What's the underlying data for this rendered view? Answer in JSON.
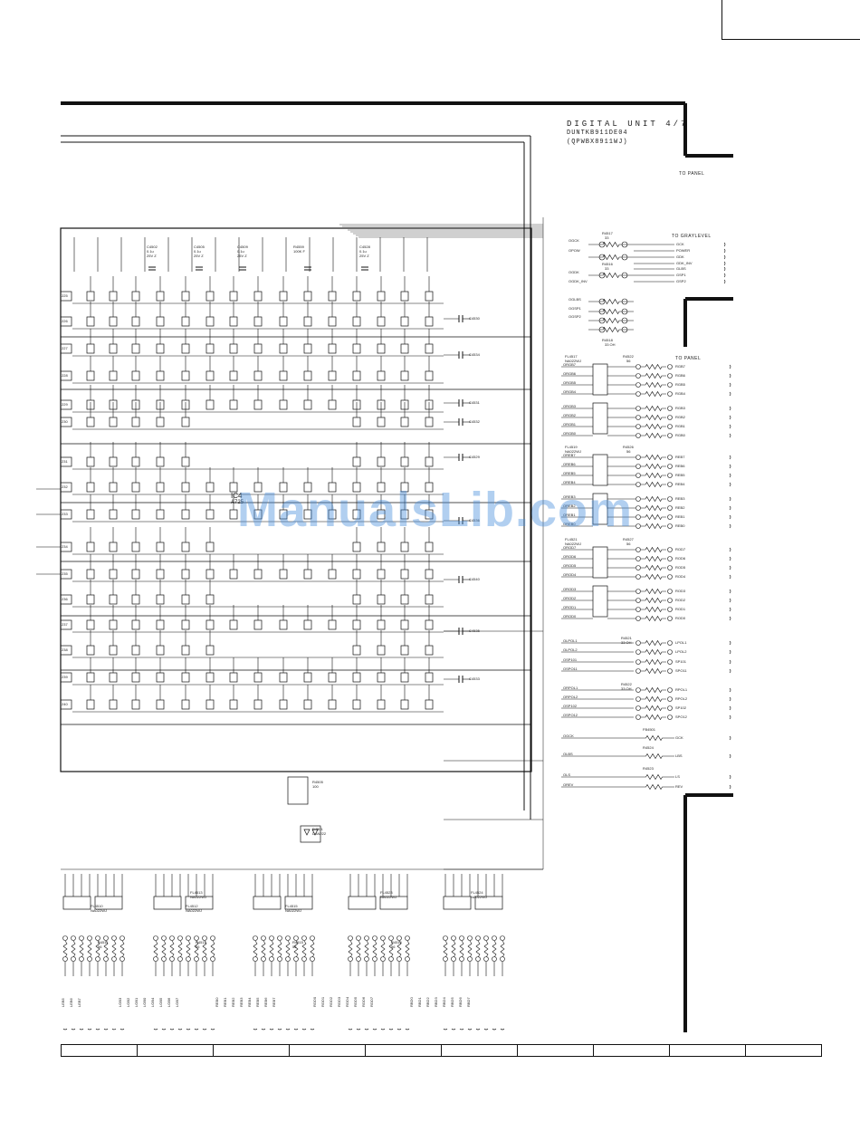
{
  "title": {
    "main": "DIGITAL UNIT 4/7",
    "part": "DUNTKB911DE04",
    "code": "(QPWBX8911WJ)"
  },
  "to_labels": {
    "panel_top": "TO PANEL",
    "graylevel": "TO GRAYLEVEL",
    "panel_mid": "TO PANEL"
  },
  "ic_label": "IC4",
  "ic_part": "A725",
  "watermark": "ManualsLib.com",
  "graylevel_signals": [
    "GCK",
    "POWER",
    "GDK",
    "GDK_INV",
    "GLBS",
    "GSP1",
    "GSP2"
  ],
  "graylevel_inputs": [
    "OGCK",
    "OPOW",
    "OGDK",
    "OGDK_INV",
    "OGLBS",
    "OGSP1",
    "OGSP2"
  ],
  "graylevel_resistors": [
    "R4517",
    "R4516",
    "R4518"
  ],
  "graylevel_values": [
    "33",
    "33",
    "33 OH"
  ],
  "panel_groups": [
    {
      "array": "FL4517",
      "part": "NA022WJ",
      "res": "R4522",
      "val": "56",
      "inputs": [
        "ORGB7",
        "ORGB6",
        "ORGB5",
        "ORGB4",
        "ORGB3",
        "ORGB2",
        "ORGB1",
        "ORGB0"
      ],
      "outputs": [
        "RGB7",
        "RGB6",
        "RGB5",
        "RGB4",
        "RGB3",
        "RGB2",
        "RGB1",
        "RGB0"
      ]
    },
    {
      "array": "FL4519",
      "part": "NA022WJ",
      "res": "R4526",
      "val": "56",
      "inputs": [
        "OREB7",
        "OREB6",
        "OREB5",
        "OREB4",
        "OREB3",
        "OREB2",
        "OREB1",
        "OREB0"
      ],
      "outputs": [
        "REB7",
        "REB6",
        "REB5",
        "REB4",
        "REB3",
        "REB2",
        "REB1",
        "REB0"
      ]
    },
    {
      "array": "FL4521",
      "part": "NA022WJ",
      "res": "R4527",
      "val": "56",
      "inputs": [
        "OROD7",
        "OROD6",
        "OROD5",
        "OROD4",
        "OROD3",
        "OROD2",
        "OROD1",
        "OROD0"
      ],
      "outputs": [
        "ROD7",
        "ROD6",
        "ROD5",
        "ROD4",
        "ROD3",
        "ROD2",
        "ROD1",
        "ROD0"
      ]
    }
  ],
  "control_signals": [
    {
      "in": "OLPOL1",
      "out": "LPOL1"
    },
    {
      "in": "OLPOL2",
      "out": "LPOL2"
    },
    {
      "in": "OSP101",
      "out": "SP101"
    },
    {
      "in": "OSPO11",
      "out": "SPO11"
    },
    {
      "in": "ORPOL1",
      "out": "RPOL1"
    },
    {
      "in": "ORPOL2",
      "out": "RPOL2"
    },
    {
      "in": "OSP102",
      "out": "SP102"
    },
    {
      "in": "OSPO12",
      "out": "SPO12"
    }
  ],
  "control_resistors": [
    "R4521",
    "R4522"
  ],
  "control_values": [
    "33 OH",
    "33 OH"
  ],
  "misc_signals": [
    {
      "in": "OGCK",
      "out": "GCK",
      "part": "FB4501"
    },
    {
      "in": "OLBS",
      "out": "LBS",
      "part": "R4524"
    },
    {
      "in": "OLS",
      "out": "LS",
      "part": "R4523"
    },
    {
      "in": "OREV",
      "out": "REV",
      "part": ""
    }
  ],
  "capacitors_top": [
    {
      "name": "C4502",
      "val": "0.1u",
      "v": "25V Z"
    },
    {
      "name": "C4505",
      "val": "0.1u",
      "v": "25V Z"
    },
    {
      "name": "C4509",
      "val": "0.1u",
      "v": "25V Z"
    },
    {
      "name": "R4559",
      "val": "100K F",
      "v": ""
    },
    {
      "name": "C4528",
      "val": "0.1u",
      "v": "25V Z"
    }
  ],
  "side_caps": [
    "C4530",
    "C4534",
    "C4531",
    "C4532",
    "C4529",
    "C4536",
    "C4540",
    "C4535",
    "C4533"
  ],
  "pin_numbers": [
    "225",
    "226",
    "227",
    "228",
    "229",
    "230",
    "231",
    "232",
    "233",
    "234",
    "235",
    "236",
    "237",
    "238",
    "239",
    "240"
  ],
  "diode": {
    "name": "D4501",
    "part": "DAN222"
  },
  "resistor_bottom": {
    "name": "R4505",
    "val": "100"
  },
  "bottom_arrays": [
    {
      "name": "FL4510",
      "part": "NA022WJ"
    },
    {
      "name": "FL4512",
      "part": "NA022WJ"
    },
    {
      "name": "FL4513",
      "part": "NA022WJ"
    },
    {
      "name": "FL4515",
      "part": "NA022WJ"
    },
    {
      "name": "FL4523",
      "part": "NA022WJ"
    },
    {
      "name": "FL4524",
      "part": "NA022WJ"
    }
  ],
  "bottom_resistors": [
    {
      "name": "R4511",
      "val": "56"
    },
    {
      "name": "R4512",
      "val": "56"
    },
    {
      "name": "R4515",
      "val": "56"
    },
    {
      "name": "R4516",
      "val": "56"
    }
  ],
  "bottom_outputs": [
    [
      "LEB5",
      "LEB6",
      "LEB7"
    ],
    [
      "LOB3",
      "LOB2",
      "LOB1",
      "LOB0",
      "LOB4",
      "LOB5",
      "LOB6",
      "LOB7"
    ],
    [
      "REB0",
      "REB1",
      "REB2",
      "REB3",
      "REB4",
      "REB5",
      "REB6",
      "REB7"
    ],
    [
      "ROD0",
      "ROD1",
      "ROD2",
      "ROD3",
      "ROD4",
      "ROD5",
      "ROD6",
      "ROD7"
    ],
    [
      "RBD0",
      "RBD1",
      "RBD2",
      "RBD3",
      "RBD4",
      "RBD5",
      "RBD6",
      "RBD7"
    ]
  ],
  "colors": {
    "ink": "#111111",
    "watermark": "#468cdc",
    "paper": "#ffffff"
  }
}
